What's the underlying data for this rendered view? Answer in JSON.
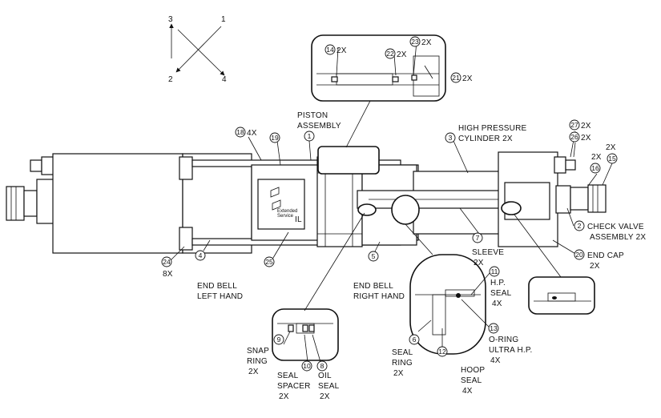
{
  "axes": {
    "a1": "3",
    "a2": "1",
    "a3": "2",
    "a4": "4"
  },
  "callouts": {
    "c1": "1",
    "c2": "2",
    "c3": "3",
    "c4": "4",
    "c5": "5",
    "c6": "6",
    "c7": "7",
    "c8": "8",
    "c9": "9",
    "c10": "10",
    "c11": "11",
    "c12": "12",
    "c13": "13",
    "c14": "14",
    "c15": "15",
    "c16": "16",
    "c18": "18",
    "c19": "19",
    "c20": "20",
    "c21": "21",
    "c22": "22",
    "c23": "23",
    "c24": "24",
    "c25": "25",
    "c26": "26",
    "c27": "27"
  },
  "labels": {
    "piston1": "PISTON",
    "piston2": "ASSEMBLY",
    "hpc1": "HIGH PRESSURE",
    "hpc2": "CYLINDER 2X",
    "check1": "CHECK VALVE",
    "check2": "ASSEMBLY 2X",
    "endcap1": "END CAP",
    "endcap2": "2X",
    "sleeve1": "SLEEVE",
    "sleeve2": "2X",
    "ebl1": "END BELL",
    "ebl2": "LEFT HAND",
    "ebr1": "END BELL",
    "ebr2": "RIGHT HAND",
    "hp1": "H.P.",
    "hp2": "SEAL",
    "hp3": "4X",
    "oring1": "O-RING",
    "oring2": "ULTRA H.P.",
    "oring3": "4X",
    "sealring1": "SEAL",
    "sealring2": "RING",
    "sealring3": "2X",
    "hoop1": "HOOP",
    "hoop2": "SEAL",
    "hoop3": "4X",
    "snap1": "SNAP",
    "snap2": "RING",
    "snap3": "2X",
    "spacer1": "SEAL",
    "spacer2": "SPACER",
    "spacer3": "2X",
    "oil1": "OIL",
    "oil2": "SEAL",
    "oil3": "2X",
    "q8x": "8X",
    "q14": "2X",
    "q18": "4X",
    "q21": "2X",
    "q22": "2X",
    "q23": "2X",
    "q26": "2X",
    "q27": "2X",
    "q16": "2X",
    "q15": "2X",
    "plate1": "Extended",
    "plate2": "Service",
    "plate3": "IL"
  }
}
